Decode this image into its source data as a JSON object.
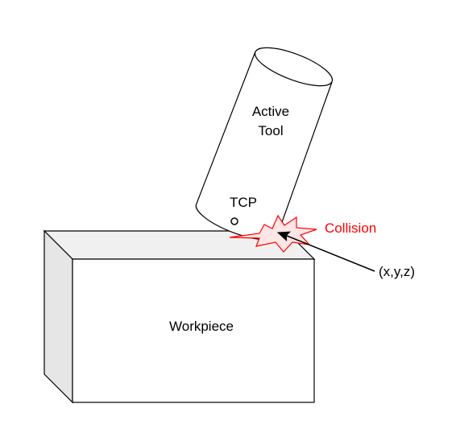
{
  "labels": {
    "tool_line1": "Active",
    "tool_line2": "Tool",
    "tcp": "TCP",
    "collision": "Collision",
    "point": "(x,y,z)",
    "workpiece": "Workpiece"
  },
  "colors": {
    "collision_accent": "#ff0000",
    "collision_fill": "#ffe6e6",
    "box_top": "#f0f0f0",
    "box_side": "#e6e6e6",
    "box_front": "#ffffff",
    "stroke": "#000000"
  }
}
